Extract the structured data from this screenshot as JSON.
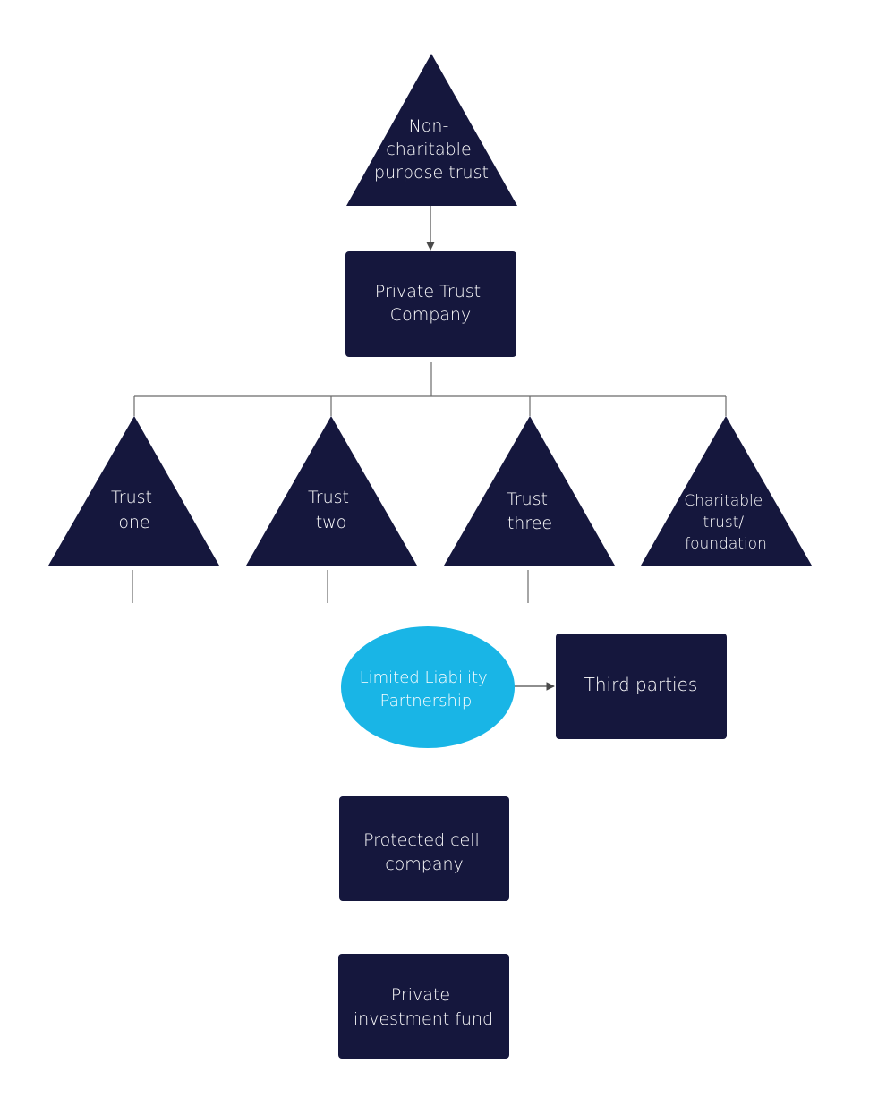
{
  "colors": {
    "node_dark": "#15173d",
    "node_accent": "#19b5e6",
    "text_light": "#ffffff",
    "connector": "#6b6b6b"
  },
  "nodes": {
    "purpose_trust": {
      "shape": "triangle",
      "lines": [
        "Non-",
        "charitable",
        "purpose trust"
      ]
    },
    "ptc": {
      "shape": "box",
      "lines": [
        "Private Trust",
        "Company"
      ]
    },
    "trust_one": {
      "shape": "triangle",
      "lines": [
        "Trust",
        "one"
      ]
    },
    "trust_two": {
      "shape": "triangle",
      "lines": [
        "Trust",
        "two"
      ]
    },
    "trust_three": {
      "shape": "triangle",
      "lines": [
        "Trust",
        "three"
      ]
    },
    "charitable": {
      "shape": "triangle",
      "lines": [
        "Charitable",
        "trust/",
        "foundation"
      ]
    },
    "llp": {
      "shape": "ellipse",
      "lines": [
        "Limited Liability",
        "Partnership"
      ]
    },
    "third_parties": {
      "shape": "box",
      "lines": [
        "Third parties"
      ]
    },
    "pcc": {
      "shape": "box",
      "lines": [
        "Protected cell",
        "company"
      ]
    },
    "pif": {
      "shape": "box",
      "lines": [
        "Private",
        "investment fund"
      ]
    }
  }
}
